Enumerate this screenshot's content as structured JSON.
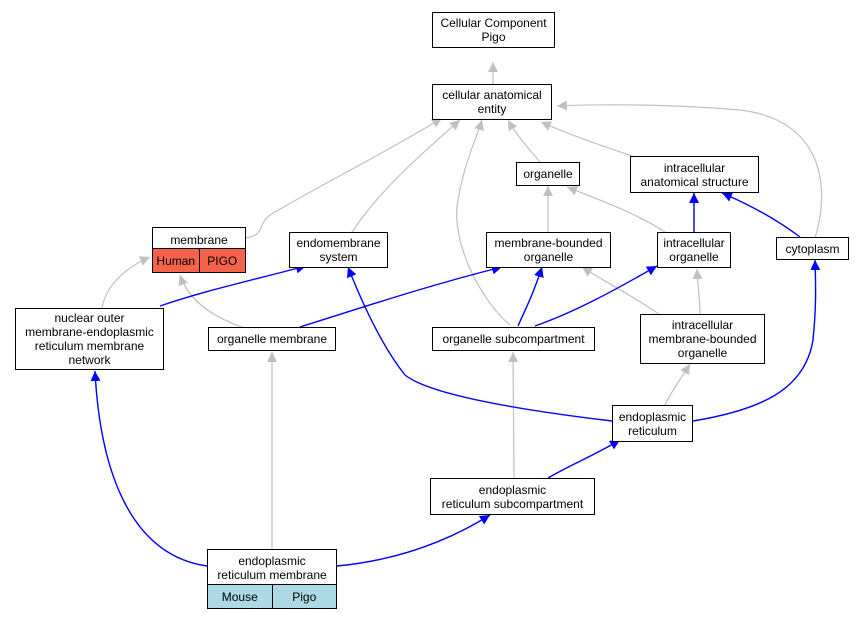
{
  "colors": {
    "is_a_edge": "#c0c0c0",
    "part_of_edge": "#0000ff",
    "human_cell": "#f4634a",
    "mouse_cell": "#add8e6"
  },
  "nodes": {
    "root": {
      "label": "Cellular Component\nPigo"
    },
    "cae": {
      "label": "cellular anatomical\nentity"
    },
    "organelle": {
      "label": "organelle"
    },
    "ias": {
      "label": "intracellular\nanatomical structure"
    },
    "membrane": {
      "label": "membrane",
      "species": "Human",
      "gene": "PIGO"
    },
    "ems": {
      "label": "endomembrane\nsystem"
    },
    "mbo": {
      "label": "membrane-bounded\norganelle"
    },
    "io": {
      "label": "intracellular\norganelle"
    },
    "cytoplasm": {
      "label": "cytoplasm"
    },
    "nom": {
      "label": "nuclear outer\nmembrane-endoplasmic\nreticulum membrane\nnetwork"
    },
    "om": {
      "label": "organelle membrane"
    },
    "os": {
      "label": "organelle subcompartment"
    },
    "imbo": {
      "label": "intracellular\nmembrane-bounded\norganelle"
    },
    "er": {
      "label": "endoplasmic\nreticulum"
    },
    "ers": {
      "label": "endoplasmic\nreticulum subcompartment"
    },
    "erm": {
      "label": "endoplasmic\nreticulum membrane",
      "species": "Mouse",
      "gene": "Pigo"
    }
  }
}
